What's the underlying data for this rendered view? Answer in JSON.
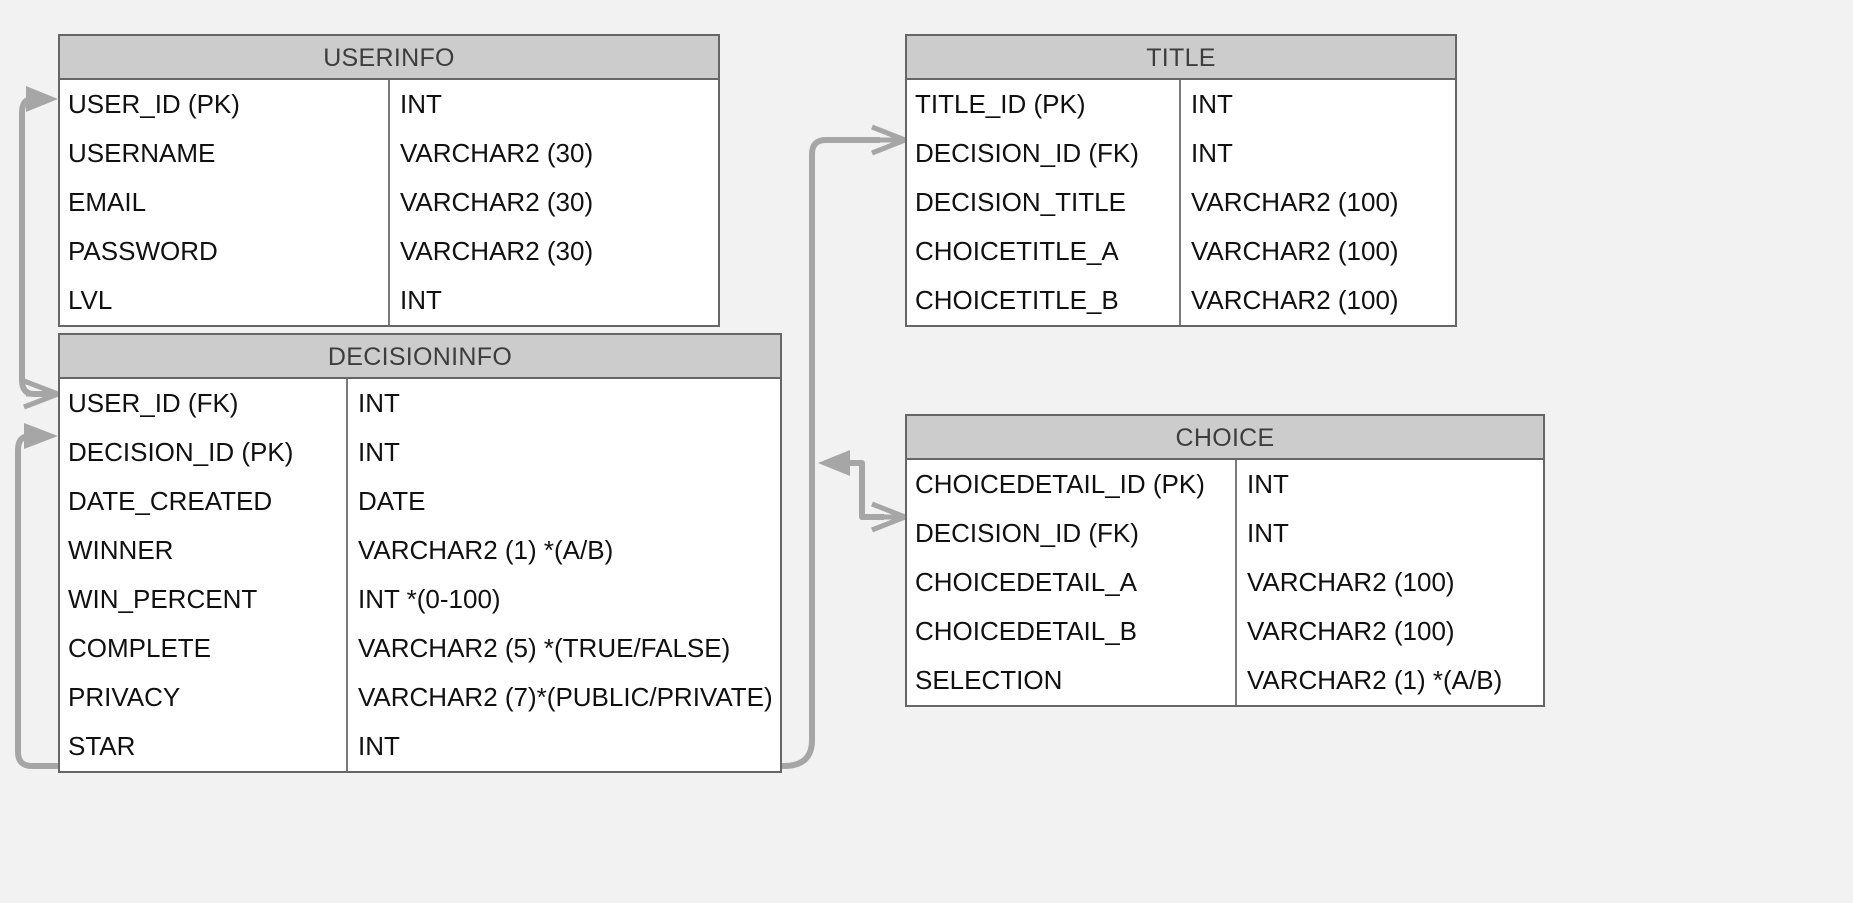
{
  "diagram": {
    "type": "entity-relationship-diagram",
    "background_color": "#f2f2f2",
    "entity_border_color": "#666666",
    "entity_header_color": "#cccccc",
    "connector_color": "#a6a6a6"
  },
  "entities": [
    {
      "id": "userinfo",
      "name": "USERINFO",
      "attributes": [
        {
          "name": "USER_ID (PK)",
          "type": "INT"
        },
        {
          "name": "USERNAME",
          "type": "VARCHAR2 (30)"
        },
        {
          "name": "EMAIL",
          "type": "VARCHAR2 (30)"
        },
        {
          "name": "PASSWORD",
          "type": "VARCHAR2 (30)"
        },
        {
          "name": "LVL",
          "type": "INT"
        }
      ]
    },
    {
      "id": "decisioninfo",
      "name": "DECISIONINFO",
      "attributes": [
        {
          "name": "USER_ID (FK)",
          "type": "INT"
        },
        {
          "name": "DECISION_ID (PK)",
          "type": "INT"
        },
        {
          "name": "DATE_CREATED",
          "type": "DATE"
        },
        {
          "name": "WINNER",
          "type": "VARCHAR2 (1) *(A/B)"
        },
        {
          "name": "WIN_PERCENT",
          "type": "INT  *(0-100)"
        },
        {
          "name": "COMPLETE",
          "type": "VARCHAR2 (5) *(TRUE/FALSE)"
        },
        {
          "name": "PRIVACY",
          "type": "VARCHAR2 (7)*(PUBLIC/PRIVATE)"
        },
        {
          "name": "STAR",
          "type": "INT"
        }
      ]
    },
    {
      "id": "title",
      "name": "TITLE",
      "attributes": [
        {
          "name": "TITLE_ID (PK)",
          "type": "INT"
        },
        {
          "name": "DECISION_ID (FK)",
          "type": "INT"
        },
        {
          "name": "DECISION_TITLE",
          "type": "VARCHAR2 (100)"
        },
        {
          "name": "CHOICETITLE_A",
          "type": "VARCHAR2 (100)"
        },
        {
          "name": "CHOICETITLE_B",
          "type": "VARCHAR2 (100)"
        }
      ]
    },
    {
      "id": "choice",
      "name": "CHOICE",
      "attributes": [
        {
          "name": "CHOICEDETAIL_ID (PK)",
          "type": "INT"
        },
        {
          "name": "DECISION_ID (FK)",
          "type": "INT"
        },
        {
          "name": "CHOICEDETAIL_A",
          "type": "VARCHAR2 (100)"
        },
        {
          "name": "CHOICEDETAIL_B",
          "type": "VARCHAR2 (100)"
        },
        {
          "name": "SELECTION",
          "type": "VARCHAR2 (1) *(A/B)"
        }
      ]
    }
  ],
  "relationships": [
    {
      "id": "userinfo-decisioninfo",
      "from": "USERINFO.USER_ID (PK)",
      "to": "DECISIONINFO.USER_ID (FK)"
    },
    {
      "id": "decisioninfo-title",
      "from": "DECISIONINFO.DECISION_ID (PK)",
      "to": "TITLE.DECISION_ID (FK)"
    },
    {
      "id": "decisioninfo-choice",
      "from": "DECISIONINFO.DECISION_ID (PK)",
      "to": "CHOICE.DECISION_ID (FK)"
    }
  ]
}
